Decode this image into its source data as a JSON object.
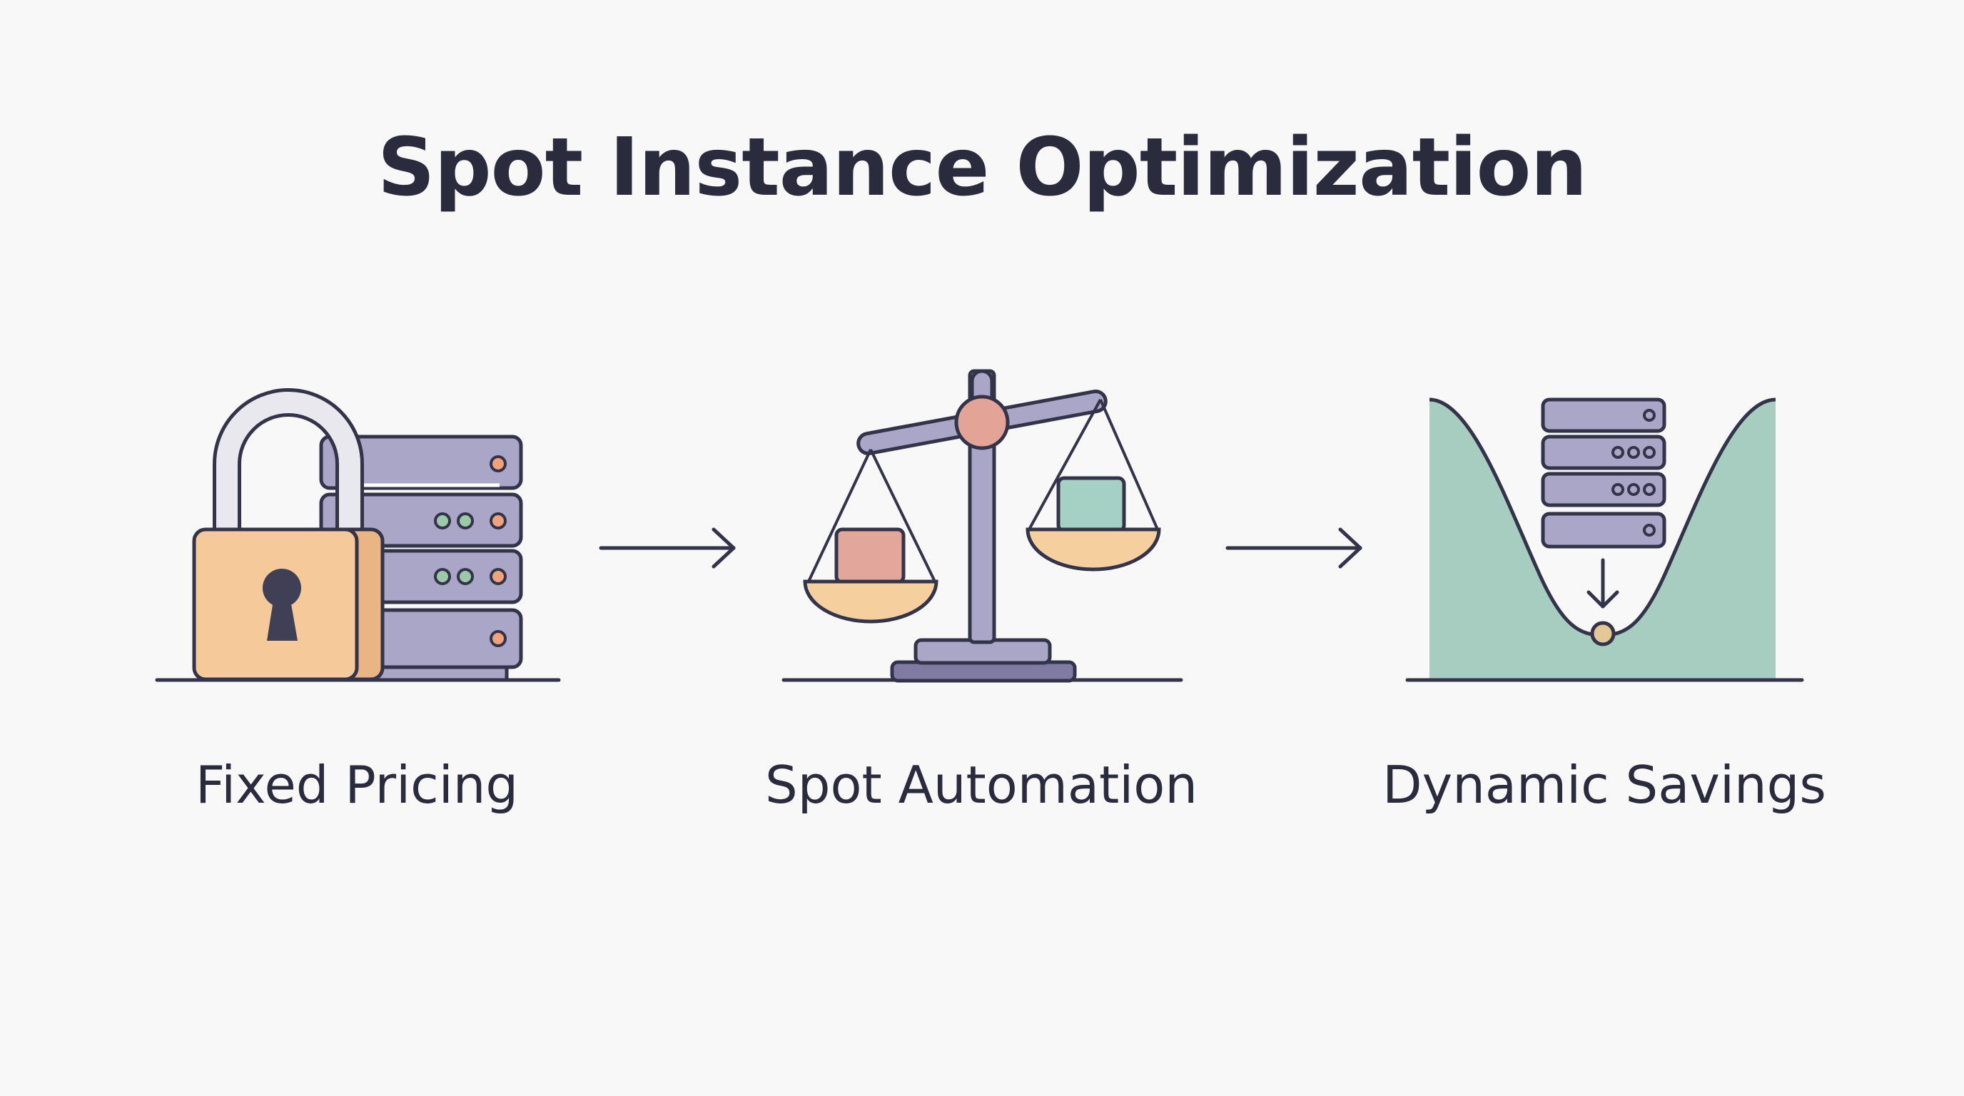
{
  "title": "Spot Instance Optimization",
  "steps": [
    {
      "label": "Fixed Pricing",
      "icon": "padlock-server-icon"
    },
    {
      "label": "Spot Automation",
      "icon": "balance-scale-icon"
    },
    {
      "label": "Dynamic Savings",
      "icon": "savings-curve-server-icon"
    }
  ],
  "colors": {
    "text": "#2b2b3e",
    "outline": "#33334a",
    "lock_body": "#f5c99a",
    "lock_shackle": "#e8e8ee",
    "server": "#a9a6c7",
    "server_light": "#bcb9d8",
    "led_orange": "#f0a27c",
    "led_green": "#9ccaa9",
    "scale_pivot": "#e4a397",
    "scale_pan": "#f5d09e",
    "box_red": "#e2a69a",
    "box_green": "#a5d0c4",
    "curve_fill": "#a7cdc1",
    "ball": "#e3c896",
    "background": "#f8f8f8"
  }
}
